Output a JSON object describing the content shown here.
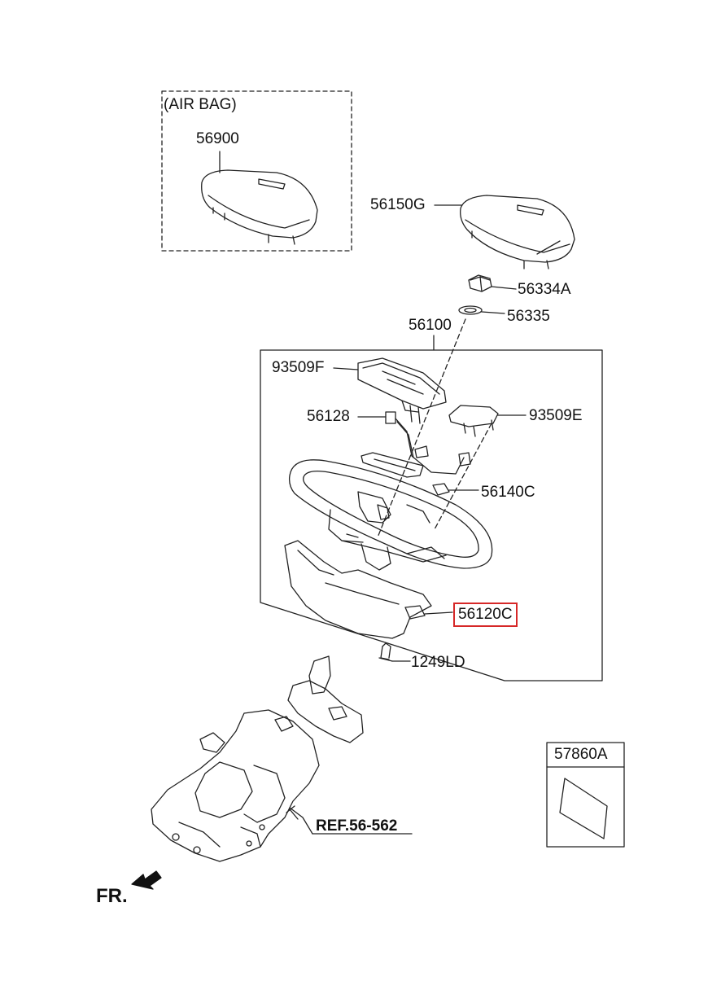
{
  "callouts": {
    "air_bag_group": "(AIR BAG)",
    "p56900": "56900",
    "p56150G": "56150G",
    "p56334A": "56334A",
    "p56335": "56335",
    "p56100": "56100",
    "p93509F": "93509F",
    "p56128": "56128",
    "p93509E": "93509E",
    "p56140C": "56140C",
    "p56120C": "56120C",
    "p1249LD": "1249LD",
    "p57860A": "57860A",
    "ref": "REF.56-562",
    "front": "FR."
  },
  "highlighted_part": "56120C",
  "colors": {
    "highlight": "#d62828",
    "line": "#222222"
  }
}
